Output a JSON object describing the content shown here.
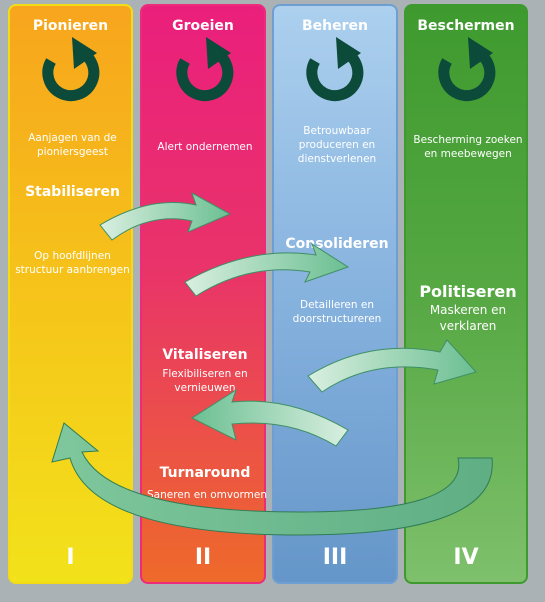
{
  "columns": [
    {
      "title": "Pionieren",
      "desc": "Aanjagen van de pioniersgeest",
      "roman": "I",
      "color": "#f6b81a"
    },
    {
      "title": "Groeien",
      "desc": "Alert ondernemen",
      "roman": "II",
      "color": "#ea2a73"
    },
    {
      "title": "Beheren",
      "desc": "Betrouwbaar produceren en dienstverlenen",
      "roman": "III",
      "color": "#8db7e0"
    },
    {
      "title": "Beschermen",
      "desc": "Bescherming zoeken en meebewegen",
      "roman": "IV",
      "color": "#4fa23d"
    }
  ],
  "stages": [
    {
      "title": "Stabiliseren",
      "desc": "Op hoofdlijnen structuur aanbrengen"
    },
    {
      "title": "Consolideren",
      "desc": "Detailleren en doorstructureren"
    },
    {
      "title": "Politiseren",
      "desc": "Maskeren en verklaren"
    },
    {
      "title": "Vitaliseren",
      "desc": "Flexibiliseren en vernieuwen"
    },
    {
      "title": "Turnaround",
      "desc": "Saneren en omvormen"
    }
  ],
  "icons": {
    "cycle": "cycle-arrow-icon",
    "arrow": "curved-arrow-icon"
  }
}
